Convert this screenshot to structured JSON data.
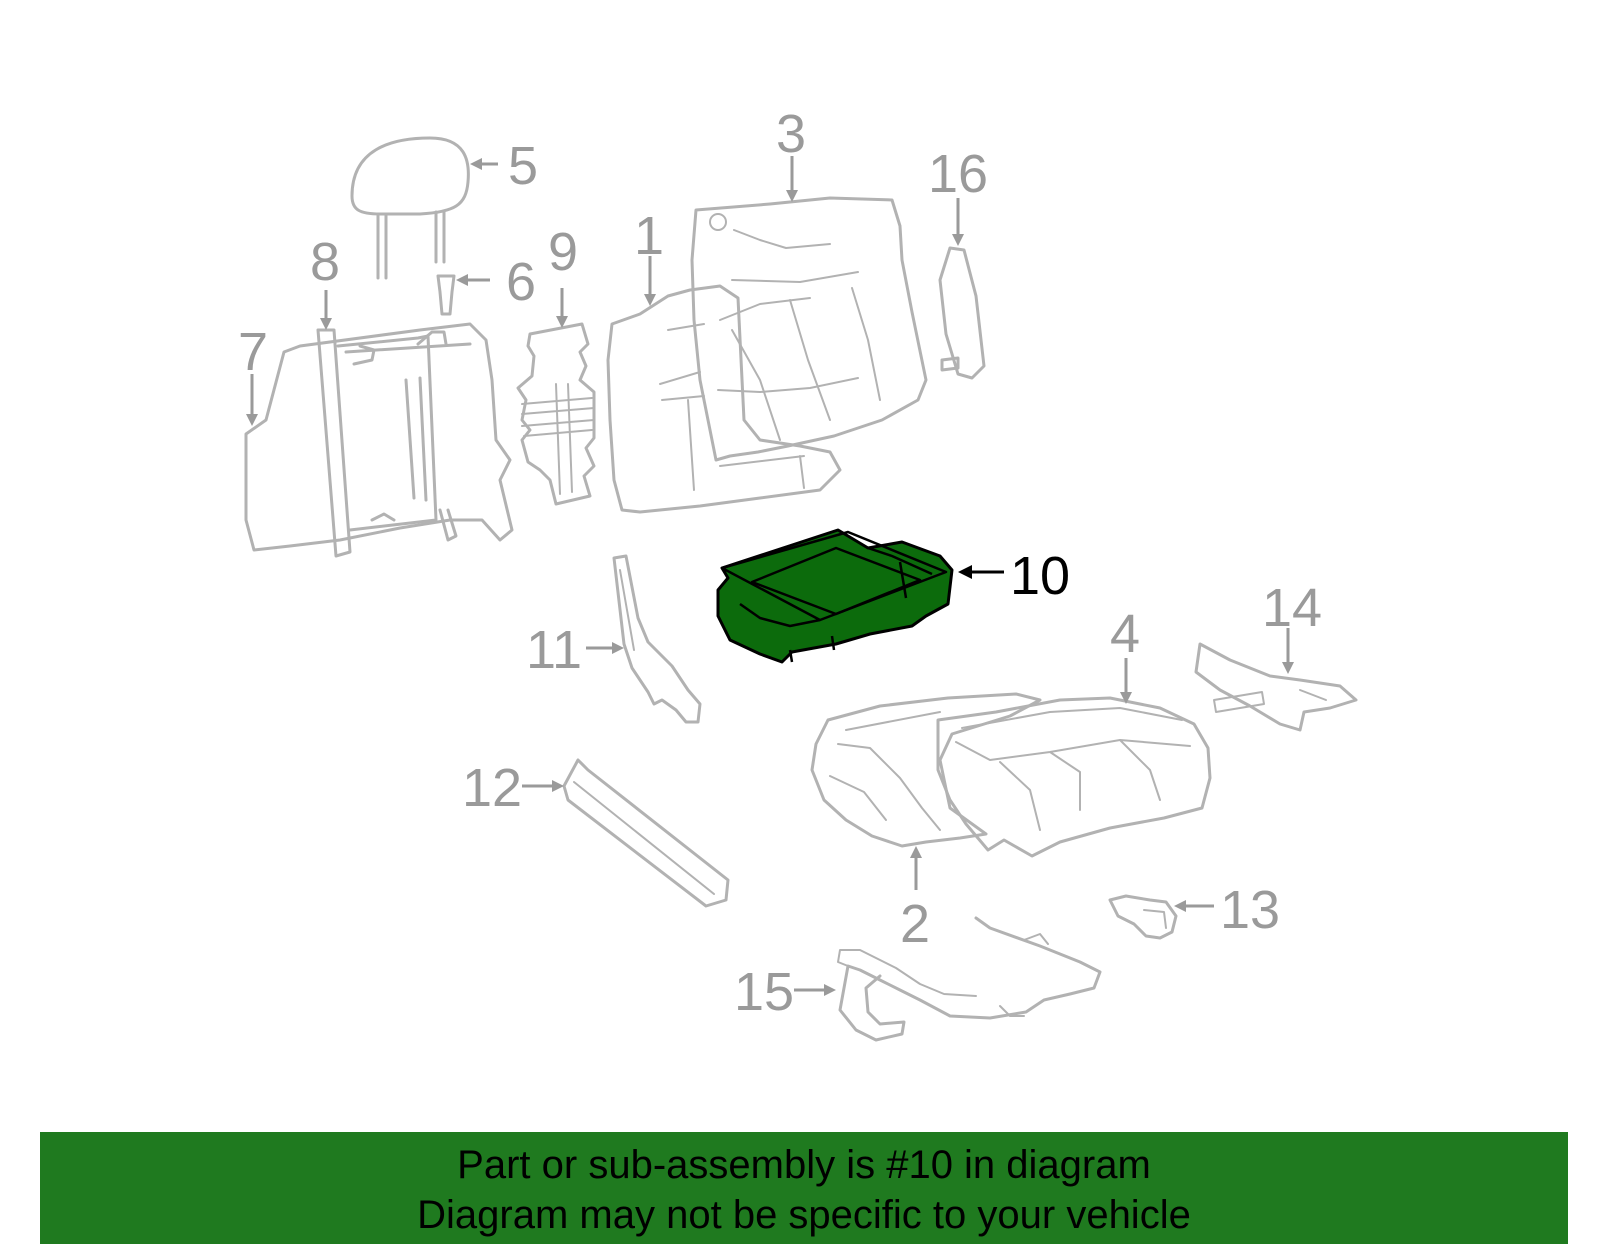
{
  "callouts": {
    "c1": "1",
    "c2": "2",
    "c3": "3",
    "c4": "4",
    "c5": "5",
    "c6": "6",
    "c7": "7",
    "c8": "8",
    "c9": "9",
    "c10": "10",
    "c11": "11",
    "c12": "12",
    "c13": "13",
    "c14": "14",
    "c15": "15",
    "c16": "16"
  },
  "highlighted_part": "10",
  "colors": {
    "highlight_fill": "#0c6b0c",
    "banner_background": "#1f7a1f",
    "part_outline": "#b2b2b2",
    "callout_text": "#9a9a9a"
  },
  "footer": {
    "line1": "Part or sub-assembly is #10 in diagram",
    "line2": "Diagram may not be specific to your vehicle"
  }
}
